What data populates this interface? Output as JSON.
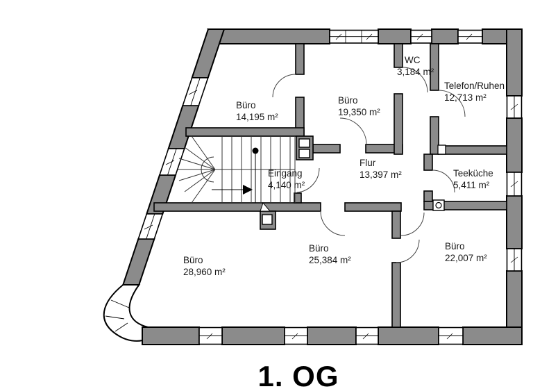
{
  "title": "1. OG",
  "rooms": [
    {
      "id": "buero-14",
      "name": "Büro",
      "area": "14,195 m²"
    },
    {
      "id": "buero-19",
      "name": "Büro",
      "area": "19,350 m²"
    },
    {
      "id": "wc",
      "name": "WC",
      "area": "3,184 m²"
    },
    {
      "id": "telefon-ruhen",
      "name": "Telefon/Ruhen",
      "area": "12,713 m²"
    },
    {
      "id": "eingang",
      "name": "Eingang",
      "area": "4,140 m²"
    },
    {
      "id": "flur",
      "name": "Flur",
      "area": "13,397 m²"
    },
    {
      "id": "teekueche",
      "name": "Teeküche",
      "area": "5,411 m²"
    },
    {
      "id": "buero-28",
      "name": "Büro",
      "area": "28,960 m²"
    },
    {
      "id": "buero-25",
      "name": "Büro",
      "area": "25,384 m²"
    },
    {
      "id": "buero-22",
      "name": "Büro",
      "area": "22,007 m²"
    }
  ],
  "colors": {
    "wall_fill": "#8b8b8b",
    "wall_outline": "#000000",
    "background": "#ffffff",
    "text": "#1a1a1a"
  }
}
